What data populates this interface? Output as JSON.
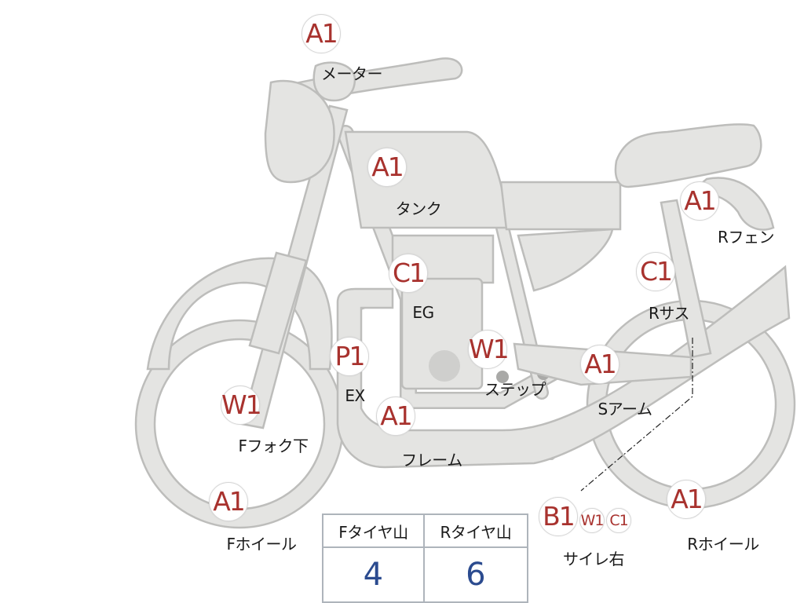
{
  "badges": [
    {
      "id": "meter",
      "code": "A1",
      "label": "メーター"
    },
    {
      "id": "tank",
      "code": "A1",
      "label": "タンク"
    },
    {
      "id": "r-fender",
      "code": "A1",
      "label": "Rフェン"
    },
    {
      "id": "engine",
      "code": "C1",
      "label": "EG"
    },
    {
      "id": "r-sus",
      "code": "C1",
      "label": "Rサス"
    },
    {
      "id": "exhaust",
      "code": "P1",
      "label": "EX"
    },
    {
      "id": "step",
      "code": "W1",
      "label": "ステップ"
    },
    {
      "id": "swing-arm",
      "code": "A1",
      "label": "Sアーム"
    },
    {
      "id": "f-fork",
      "code": "W1",
      "label": "Fフォク下"
    },
    {
      "id": "frame",
      "code": "A1",
      "label": "フレーム"
    },
    {
      "id": "f-wheel",
      "code": "A1",
      "label": "Fホイール"
    },
    {
      "id": "r-wheel",
      "code": "A1",
      "label": "Rホイール"
    },
    {
      "id": "silencer-right",
      "code": "B1",
      "label": "サイレ右",
      "extra_codes": [
        "W1",
        "C1"
      ]
    }
  ],
  "tread_table": {
    "headers": [
      "Fタイヤ山",
      "Rタイヤ山"
    ],
    "values": [
      "4",
      "6"
    ]
  },
  "colors": {
    "code_text": "#a8322e",
    "table_value": "#2b4b8f",
    "part_fill": "#e4e4e2",
    "part_stroke": "#bdbdbb"
  }
}
